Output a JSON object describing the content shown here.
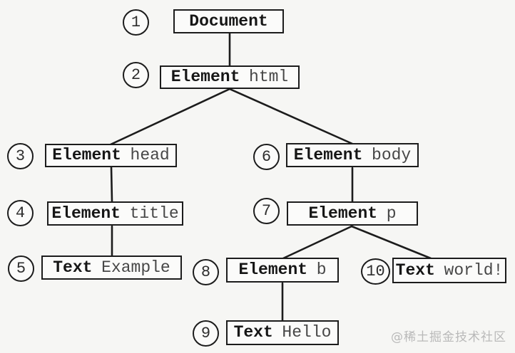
{
  "diagram_type": "dom-tree",
  "nodes": [
    {
      "num": "1",
      "bold": "Document",
      "rest": ""
    },
    {
      "num": "2",
      "bold": "Element",
      "rest": "html"
    },
    {
      "num": "3",
      "bold": "Element",
      "rest": "head"
    },
    {
      "num": "4",
      "bold": "Element",
      "rest": "title"
    },
    {
      "num": "5",
      "bold": "Text",
      "rest": "Example"
    },
    {
      "num": "6",
      "bold": "Element",
      "rest": "body"
    },
    {
      "num": "7",
      "bold": "Element",
      "rest": "p"
    },
    {
      "num": "8",
      "bold": "Element",
      "rest": "b"
    },
    {
      "num": "9",
      "bold": "Text",
      "rest": "Hello"
    },
    {
      "num": "10",
      "bold": "Text",
      "rest": "world!"
    }
  ],
  "watermark": "@稀土掘金技术社区",
  "colors": {
    "background": "#f6f6f4",
    "box_fill": "#fbfbfa",
    "border": "#1c1c1c",
    "bold_text": "#161616",
    "tag_text": "#474747",
    "watermark": "#b9b9b9"
  }
}
